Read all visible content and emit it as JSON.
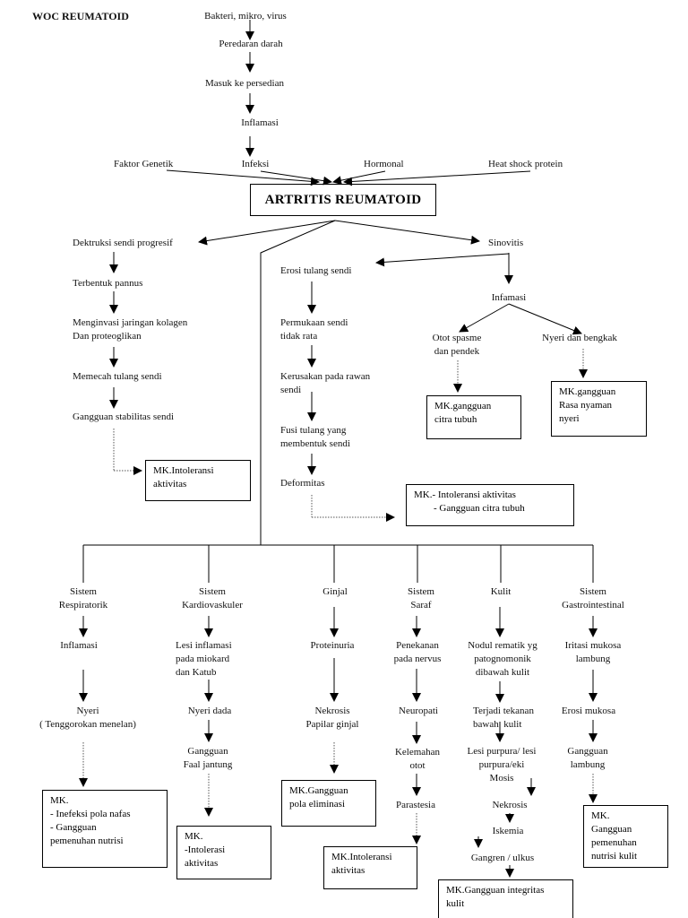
{
  "title": "WOC REUMATOID",
  "top_chain": [
    "Bakteri, mikro, virus",
    "Peredaran darah",
    "Masuk ke persedian",
    "Inflamasi",
    "Infeksi"
  ],
  "factors": [
    "Faktor Genetik",
    "Hormonal",
    "Heat shock protein"
  ],
  "main_node": "ARTRITIS REUMATOID",
  "left_branch": {
    "nodes": [
      "Dektruksi sendi progresif",
      "Terbentuk pannus",
      "Menginvasi jaringan kolagen\nDan proteoglikan",
      "Memecah tulang sendi",
      "Gangguan stabilitas sendi"
    ],
    "mk": "MK.Intoleransi\naktivitas"
  },
  "middle_branch": {
    "nodes": [
      "Erosi tulang sendi",
      "Permukaan sendi\ntidak rata",
      "Kerusakan pada rawan\nsendi",
      "Fusi tulang yang\nmembentuk sendi",
      "Deformitas"
    ],
    "mk": "MK.- Intoleransi aktivitas\n        - Gangguan citra tubuh"
  },
  "right_branch": {
    "root": "Sinovitis",
    "inflammation": "Infamasi",
    "left_child": "Otot spasme\ndan pendek",
    "right_child": "Nyeri dan bengkak",
    "left_mk": "MK.gangguan\ncitra tubuh",
    "right_mk": "MK.gangguan\nRasa nyaman\nnyeri"
  },
  "systems": [
    {
      "name": "Sistem\nRespiratorik",
      "nodes": [
        "Inflamasi",
        "Nyeri\n( Tenggorokan menelan)"
      ],
      "mk": "MK.\n- Inefeksi pola nafas\n- Gangguan\npemenuhan nutrisi"
    },
    {
      "name": "Sistem\nKardiovaskuler",
      "nodes": [
        "Lesi inflamasi\npada miokard\ndan Katub",
        "Nyeri dada",
        "Gangguan\nFaal jantung"
      ],
      "mk": "MK.\n-Intolerasi\naktivitas"
    },
    {
      "name": "Ginjal",
      "nodes": [
        "Proteinuria",
        "Nekrosis\nPapilar ginjal"
      ],
      "mk": "MK.Gangguan\npola eliminasi"
    },
    {
      "name": "Sistem\nSaraf",
      "nodes": [
        "Penekanan\npada nervus",
        "Neuropati",
        "Kelemahan\notot",
        "Parastesia"
      ],
      "mk": "MK.Intoleransi\naktivitas"
    },
    {
      "name": "Kulit",
      "nodes": [
        "Nodul rematik yg\npatognomonik\ndibawah kulit",
        "Terjadi tekanan\nbawah  kulit",
        "Lesi purpura/ lesi\npurpura/eki\nMosis",
        "Nekrosis",
        "Iskemia",
        "Gangren / ulkus"
      ],
      "mk": "MK.Gangguan integritas\nkulit"
    },
    {
      "name": "Sistem\nGastrointestinal",
      "nodes": [
        "Iritasi mukosa\nlambung",
        "Erosi mukosa",
        "Gangguan\nlambung"
      ],
      "mk": "MK.\nGangguan\npemenuhan\nnutrisi kulit"
    }
  ]
}
